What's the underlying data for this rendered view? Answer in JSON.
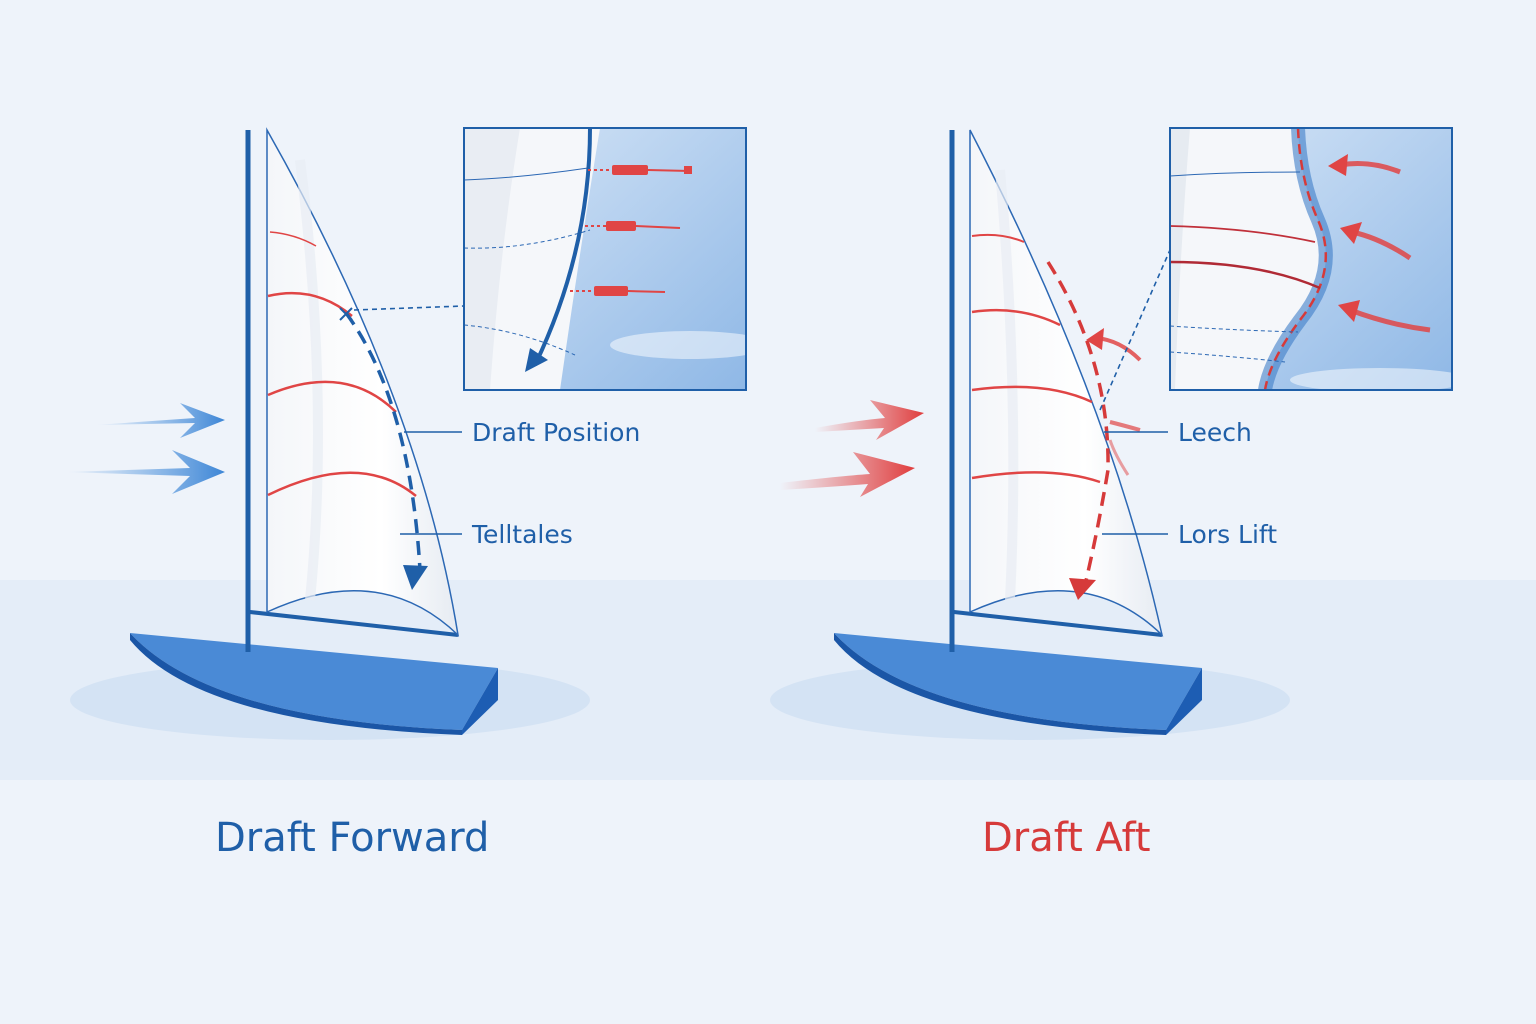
{
  "colors": {
    "background": "#eef3fa",
    "blue_accent": "#1f5fa8",
    "red_accent": "#d63a3a",
    "hull_blue": "#3e7fcf",
    "sail_white": "#ffffff",
    "sky_blue": "#a9c9ec"
  },
  "left_panel": {
    "title": "Draft Forward",
    "title_color": "#1f5fa8",
    "labels": {
      "draft_position": "Draft Position",
      "telltales": "Telltales"
    },
    "icons": [
      "wind-arrow-icon",
      "draft-curve-arrow-icon",
      "telltale-icon"
    ]
  },
  "right_panel": {
    "title": "Draft Aft",
    "title_color": "#d63a3a",
    "labels": {
      "leech": "Leech",
      "lors_lift": "Lors Lift"
    },
    "icons": [
      "wind-arrow-icon",
      "draft-curve-arrow-icon",
      "airflow-arrow-icon"
    ]
  }
}
